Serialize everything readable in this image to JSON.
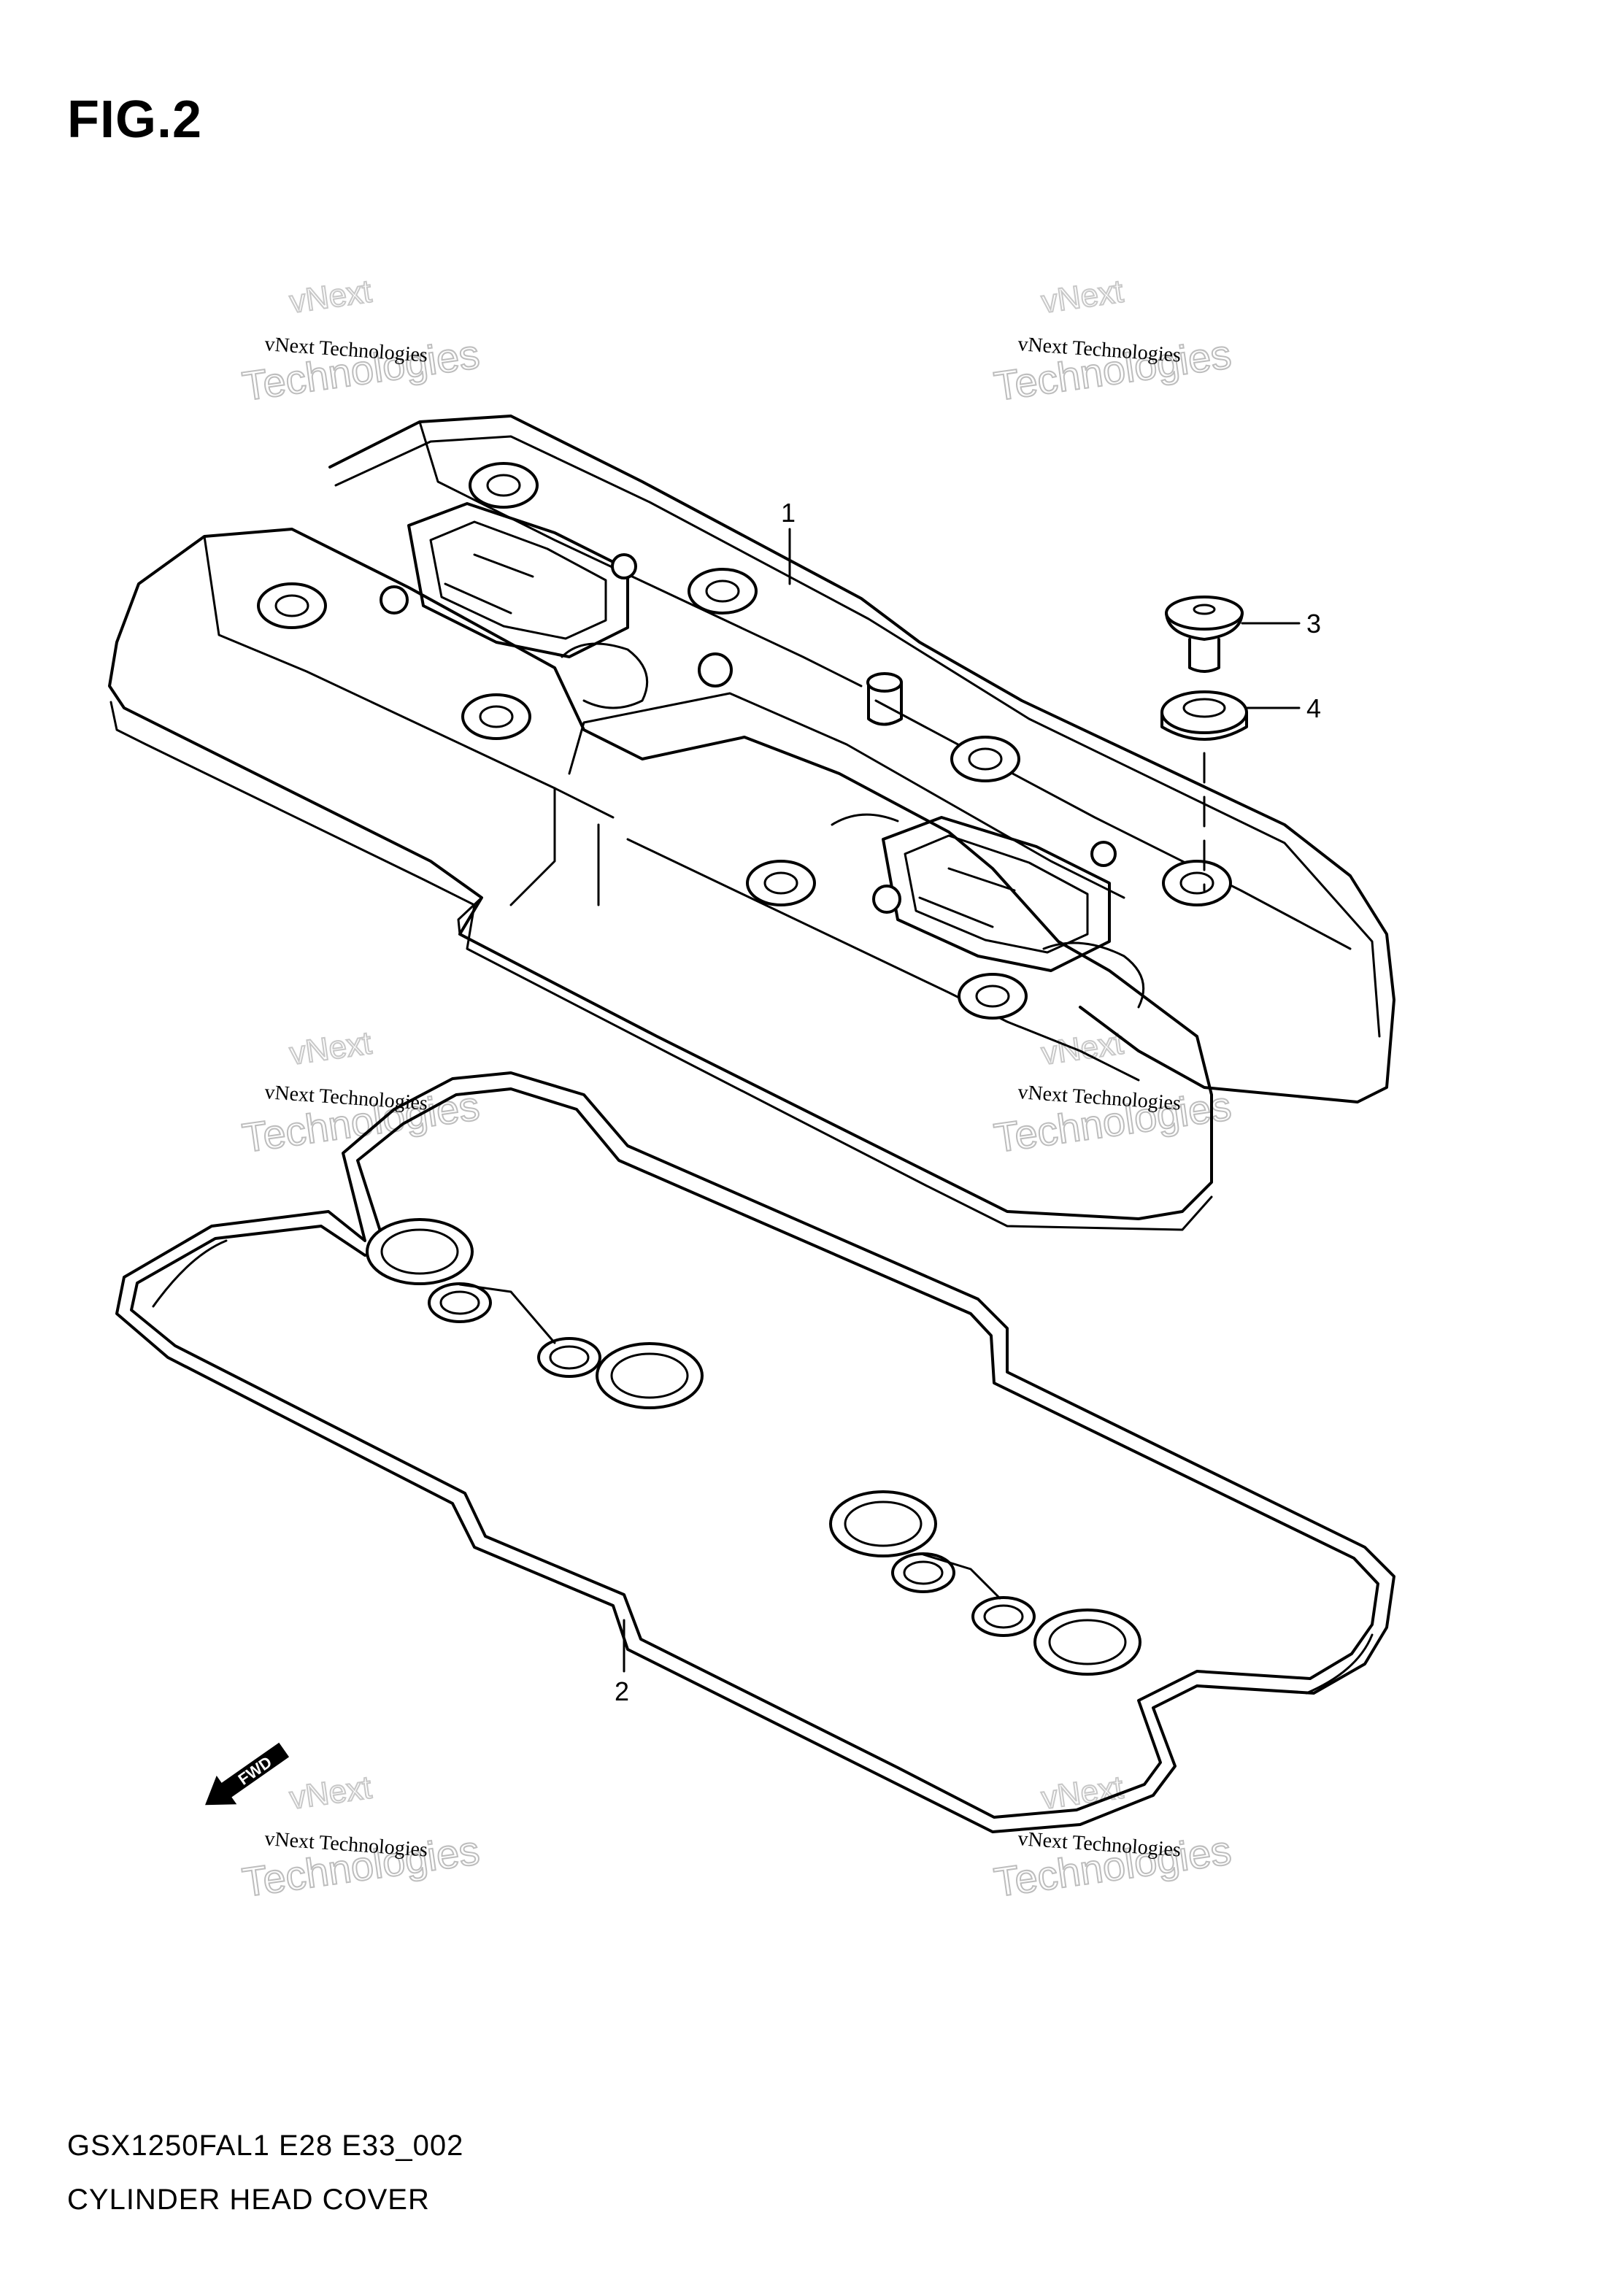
{
  "figure": {
    "title": "FIG.2",
    "model_code": "GSX1250FAL1 E28 E33_002",
    "assembly_name": "CYLINDER HEAD COVER"
  },
  "callouts": [
    {
      "number": "1",
      "part": "cylinder-head-cover"
    },
    {
      "number": "2",
      "part": "cover-gasket"
    },
    {
      "number": "3",
      "part": "bolt"
    },
    {
      "number": "4",
      "part": "washer-seal"
    }
  ],
  "direction_marker": {
    "text": "FWD"
  },
  "watermark": {
    "line_small": "vNext Technologies",
    "line_big": "Technologies",
    "line_top": "vNext"
  }
}
